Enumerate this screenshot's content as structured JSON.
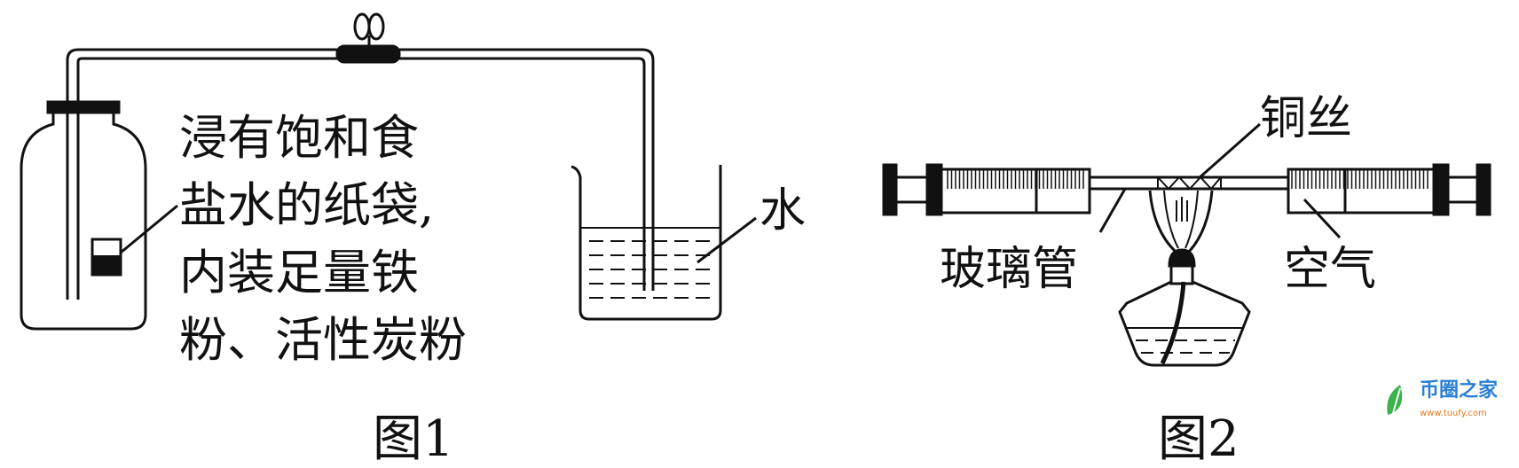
{
  "figure1": {
    "label_lines": [
      "浸有饱和食",
      "盐水的纸袋,",
      "内装足量铁",
      "粉、活性炭粉"
    ],
    "water_label": "水",
    "caption": "图1"
  },
  "figure2": {
    "copper_label": "铜丝",
    "glass_tube_label": "玻璃管",
    "air_label": "空气",
    "caption": "图2"
  },
  "watermark": {
    "name": "币圈之家",
    "url": "www.tuufy.com",
    "colors": {
      "name": "#2a7fd4",
      "url": "#e07a1f",
      "leaf": "#3bb34a"
    }
  }
}
